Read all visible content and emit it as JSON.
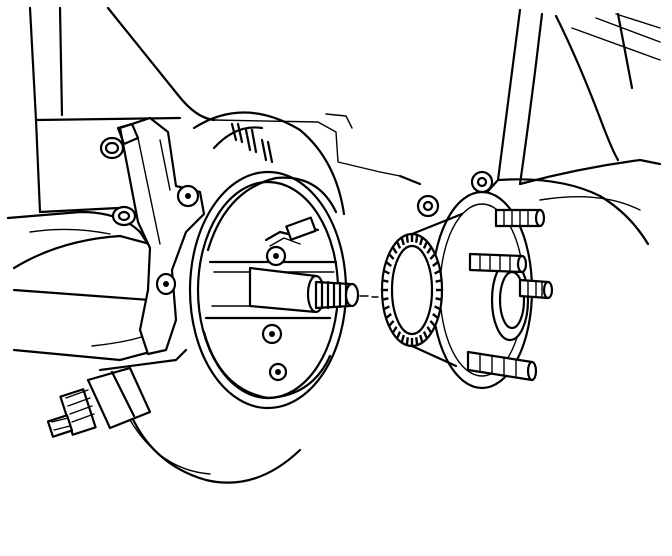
{
  "figure": {
    "subject": "rear-wheel-hub-bearing-removal",
    "stroke_color": "#000000",
    "background_color": "#ffffff"
  },
  "parts": [
    {
      "id": "suspension-knuckle",
      "icon": "knuckle-outline"
    },
    {
      "id": "brake-shoe-assembly",
      "icon": "drum-brake-shoes"
    },
    {
      "id": "backing-plate",
      "icon": "backing-plate-outline"
    },
    {
      "id": "axle-spindle",
      "icon": "threaded-spindle"
    },
    {
      "id": "hub-bearing-assembly",
      "icon": "hub-with-studs"
    },
    {
      "id": "abs-tone-ring",
      "icon": "toothed-ring"
    },
    {
      "id": "wheel-studs",
      "icon": "stud"
    },
    {
      "id": "tie-rod-end",
      "icon": "tie-rod"
    },
    {
      "id": "body-panel",
      "icon": "fender-outline"
    }
  ]
}
